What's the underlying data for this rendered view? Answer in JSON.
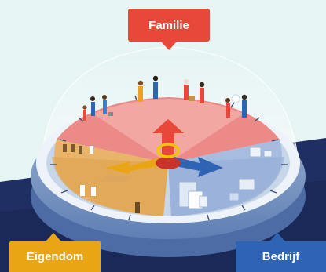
{
  "labels": {
    "familie": "Familie",
    "eigendom": "Eigendom",
    "bedrijf": "Bedrijf"
  },
  "colors": {
    "familie": "#e8483a",
    "eigendom": "#e9a513",
    "bedrijf": "#2f63b4",
    "background": "#e6f4f4",
    "band": "#1f2f63"
  },
  "icons": [
    "people-figures-icon",
    "chess-pieces-icon",
    "buildings-icon",
    "compass-arrows-icon"
  ]
}
